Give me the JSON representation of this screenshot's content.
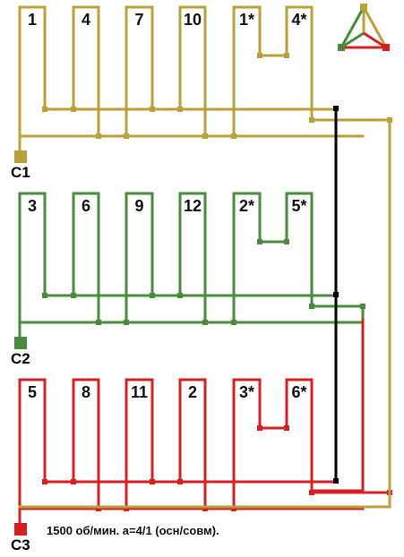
{
  "colors": {
    "phase1": "#b8a03a",
    "phase2": "#4a8a3c",
    "phase3": "#d42020",
    "neutral": "#000000"
  },
  "phases": [
    {
      "id": "C1",
      "label": "С1",
      "color_key": "phase1",
      "coils": [
        "1",
        "4",
        "7",
        "10",
        "1*",
        "4*"
      ]
    },
    {
      "id": "C2",
      "label": "С2",
      "color_key": "phase2",
      "coils": [
        "3",
        "6",
        "9",
        "12",
        "2*",
        "5*"
      ]
    },
    {
      "id": "C3",
      "label": "С3",
      "color_key": "phase3",
      "coils": [
        "5",
        "8",
        "11",
        "2",
        "3*",
        "6*"
      ]
    }
  ],
  "caption": "1500 об/мин. а=4/1 (осн/совм).",
  "legend_icon": "star-triangle-icon"
}
